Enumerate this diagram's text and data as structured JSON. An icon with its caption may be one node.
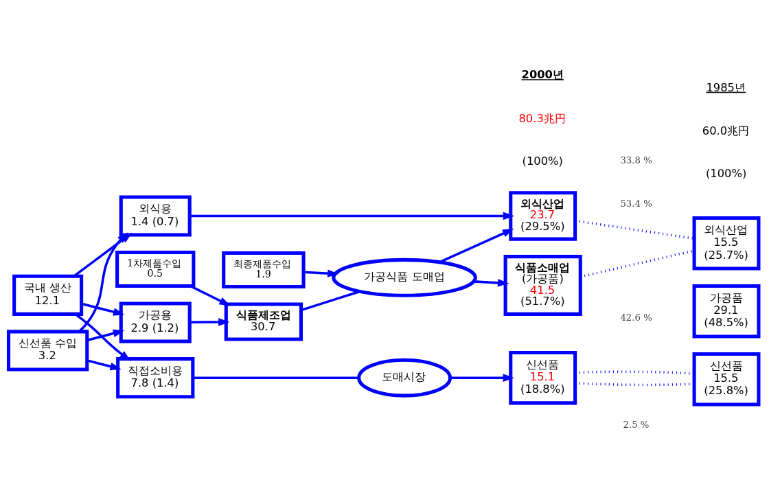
{
  "diagram": {
    "nodes": [
      {
        "text": [
          "국내 생산",
          "12.1"
        ]
      },
      {
        "text": [
          "신선품 수입",
          "3.2"
        ]
      },
      {
        "text": [
          "외식용",
          "1.4 (0.7)"
        ]
      },
      {
        "text": [
          "가공용",
          "2.9 (1.2)"
        ]
      },
      {
        "text": [
          "직접소비용",
          "7.8 (1.4)"
        ]
      },
      {
        "text": [
          "1차제품수입",
          "0.5"
        ]
      },
      {
        "text": [
          "식품제조업",
          "30.7"
        ]
      },
      {
        "text": [
          "가공식품 도매업"
        ]
      },
      {
        "text": [
          "최종제품수입",
          "1.9"
        ]
      },
      {
        "text": [
          "도매시장"
        ]
      },
      {
        "text": [
          "외식산업",
          "23.7",
          "(29.5%)"
        ]
      },
      {
        "text": [
          "식품소매업",
          "(가공품)",
          "41.5",
          "(51.7%)"
        ]
      },
      {
        "text": [
          "신선품",
          "15.1",
          "(18.8%)"
        ]
      },
      {
        "text": [
          "외식산업",
          "15.5",
          "(25.7%)"
        ]
      },
      {
        "text": [
          "가공품",
          "29.1",
          "(48.5%)"
        ]
      },
      {
        "text": [
          "신선품",
          "15.5",
          "(25.8%)"
        ]
      }
    ],
    "edges": [
      {
        "from": 0,
        "to": 2,
        "arrow": "to"
      },
      {
        "from": 0,
        "to": 3,
        "arrow": "to"
      },
      {
        "from": 0,
        "to": 4,
        "arrow": "to"
      },
      {
        "from": 1,
        "to": 2,
        "arrow": "to"
      },
      {
        "from": 1,
        "to": 3,
        "arrow": "to"
      },
      {
        "from": 1,
        "to": 4,
        "arrow": "to"
      },
      {
        "from": 2,
        "to": 10,
        "arrow": "to"
      },
      {
        "from": 3,
        "to": 6,
        "arrow": "to"
      },
      {
        "from": 5,
        "to": 6,
        "arrow": "to"
      },
      {
        "from": 6,
        "to": 7,
        "arrow": "none"
      },
      {
        "from": 7,
        "to": 10,
        "arrow": "to"
      },
      {
        "from": 7,
        "to": 11,
        "arrow": "to"
      },
      {
        "from": 8,
        "to": 7,
        "arrow": "to"
      },
      {
        "from": 4,
        "to": 9,
        "arrow": "none"
      },
      {
        "from": 9,
        "to": 12,
        "arrow": "to"
      },
      {
        "from": 10,
        "to": 13,
        "arrow": "none",
        "style": "dashed"
      },
      {
        "from": 11,
        "to": 13,
        "arrow": "none",
        "style": "dashed"
      },
      {
        "from": 12,
        "to": 15,
        "arrow": "none",
        "style": "dashed"
      },
      {
        "from": 12,
        "to": 15,
        "arrow": "none",
        "style": "dashed"
      }
    ],
    "labels": [
      "2000년",
      "80.3兆円",
      "(100%)",
      "33.8 %",
      "1985년",
      "60.0兆円",
      "(100%)",
      "53.4 %",
      "42.6 %",
      "2.5 %"
    ]
  }
}
